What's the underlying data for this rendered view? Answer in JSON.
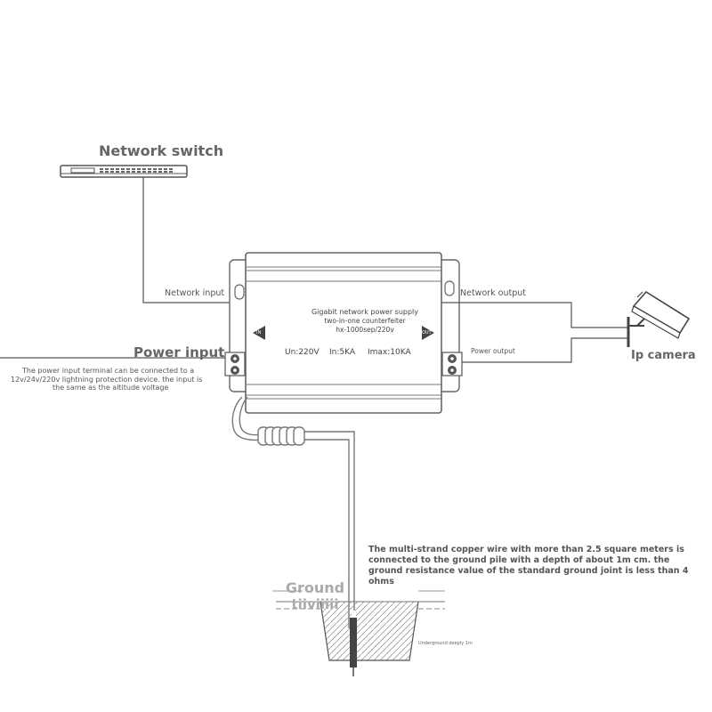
{
  "labels": {
    "network_switch": "Network switch",
    "network_input": "Network input",
    "network_output": "Network output",
    "power_input": "Power input",
    "power_output": "Power output",
    "ip_camera": "Ip camera",
    "ground_line1": "Ground",
    "ground_line2": "tiiviiiii",
    "underground_depth": "Underground deeply 1m"
  },
  "device": {
    "title": "Gigabit network power supply",
    "subtitle": "two-in-one counterfeiter",
    "model": "hx-1000sep/220v",
    "specs": [
      "Un:220V",
      "In:5KA",
      "Imax:10KA"
    ],
    "in_arrow": "IN",
    "out_arrow": "OUT"
  },
  "notes": {
    "power_input_note": [
      "The power input terminal can be connected to a",
      "12v/24v/220v lightning protection device. the input is",
      "the same as the altitude voltage"
    ],
    "ground_note": [
      "The multi-strand copper wire with more than 2.5 square meters is",
      "connected to the ground pile with a depth of about 1m cm. the",
      "ground resistance value of the standard ground joint is less than 4",
      "ohms"
    ]
  }
}
